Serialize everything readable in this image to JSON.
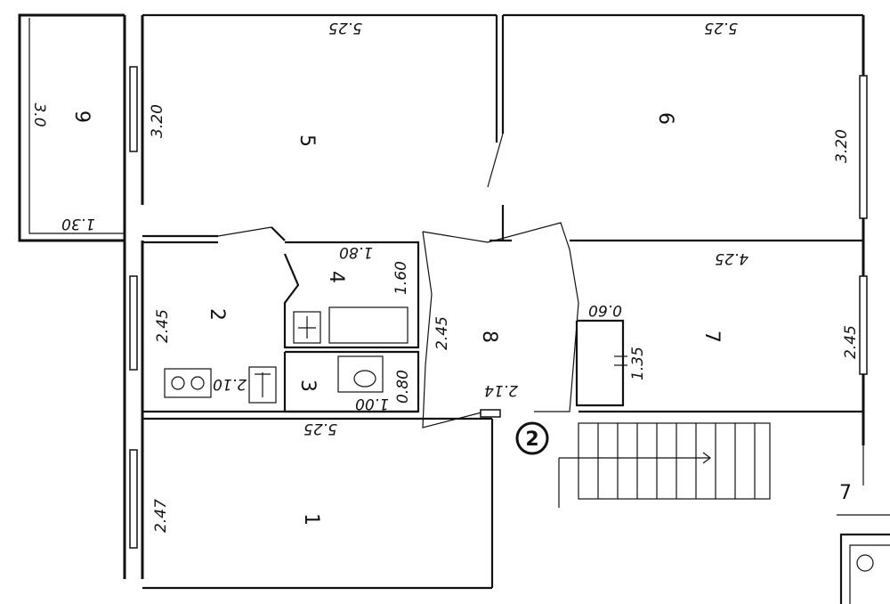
{
  "rooms": {
    "r1": "1",
    "r2": "2",
    "r3": "3",
    "r4": "4",
    "r5": "5",
    "r6": "6",
    "r7": "7",
    "r8": "8",
    "r9": "9"
  },
  "dimensions": {
    "room5_width": "5.25",
    "room5_depth": "3.20",
    "room6_width": "5.25",
    "room6_depth": "3.20",
    "room7_width": "4.25",
    "room7_depth": "2.45",
    "room1_width": "5.25",
    "room1_depth": "2.47",
    "room2_depth": "2.45",
    "room2_kitchen": "2.10",
    "room4_width": "1.80",
    "room4_depth": "1.60",
    "room3_width": "1.00",
    "room3_depth": "0.80",
    "hall_depth": "2.45",
    "hall_width": "2.14",
    "closet_width": "0.60",
    "closet_depth": "1.35",
    "balcony_depth": "3.0",
    "balcony_width": "1.30"
  },
  "marks": {
    "circled_number": "2",
    "edge_mark": "7"
  }
}
